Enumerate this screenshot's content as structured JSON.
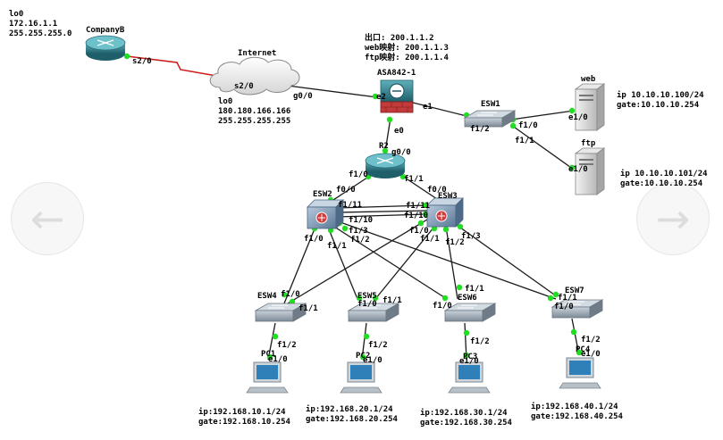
{
  "companyb": {
    "name": "CompanyB",
    "iface_s20": "s2/0",
    "lo0_label": "lo0",
    "lo0_ip": "172.16.1.1",
    "lo0_mask": "255.255.255.0"
  },
  "internet": {
    "name": "Internet",
    "iface_s20": "s2/0",
    "iface_g00": "g0/0",
    "lo0_label": "lo0",
    "lo0_ip": "180.180.166.166",
    "lo0_mask": "255.255.255.255"
  },
  "asa": {
    "name": "ASA842-1",
    "exit_line": "出口: 200.1.1.2",
    "web_line": "web映射: 200.1.1.3",
    "ftp_line": "ftp映射: 200.1.1.4",
    "iface_e2": "e2",
    "iface_e1": "e1",
    "iface_e0": "e0"
  },
  "r2": {
    "name": "R2",
    "iface_g00": "g0/0",
    "iface_f10": "f1/0",
    "iface_f11": "f1/1"
  },
  "esw1": {
    "name": "ESW1",
    "iface_f12": "f1/2",
    "iface_f10": "f1/0",
    "iface_f11": "f1/1"
  },
  "web": {
    "name": "web",
    "iface": "e1/0",
    "ip": "ip 10.10.10.100/24",
    "gate": "gate:10.10.10.254"
  },
  "ftp": {
    "name": "ftp",
    "iface": "e1/0",
    "ip": "ip 10.10.10.101/24",
    "gate": "gate:10.10.10.254"
  },
  "esw2": {
    "name": "ESW2",
    "f00": "f0/0",
    "f111": "f1/11",
    "f110": "f1/10",
    "f13": "f1/3",
    "f10": "f1/0",
    "f11": "f1/1",
    "f12": "f1/2"
  },
  "esw3": {
    "name": "ESW3",
    "f00": "f0/0",
    "f111": "f1/11",
    "f110": "f1/10",
    "f10": "f1/0",
    "f11": "f1/1",
    "f12": "f1/2",
    "f13": "f1/3"
  },
  "esw4": {
    "name": "ESW4",
    "f10": "f1/0",
    "f11": "f1/1",
    "f12": "f1/2"
  },
  "esw5": {
    "name": "ESW5",
    "f10": "f1/0",
    "f11": "f1/1",
    "f12": "f1/2"
  },
  "esw6": {
    "name": "ESW6",
    "f10": "f1/0",
    "f11": "f1/1",
    "f12": "f1/2"
  },
  "esw7": {
    "name": "ESW7",
    "f10": "f1/0",
    "f11": "f1/1",
    "f12": "f1/2"
  },
  "pc1": {
    "name": "PC1",
    "iface": "e1/0",
    "ip": "ip:192.168.10.1/24",
    "gate": "gate:192.168.10.254"
  },
  "pc2": {
    "name": "PC2",
    "iface": "e1/0",
    "ip": "ip:192.168.20.1/24",
    "gate": "gate:192.168.20.254"
  },
  "pc3": {
    "name": "PC3",
    "iface": "e1/0",
    "ip": "ip:192.168.30.1/24",
    "gate": "gate:192.168.30.254"
  },
  "pc4": {
    "name": "PC4",
    "iface": "e1/0",
    "ip": "ip:192.168.40.1/24",
    "gate": "gate:192.168.40.254"
  },
  "colors": {
    "link": "#1a1a1a",
    "serial": "#cc1a1a",
    "port_up": "#22dd22",
    "router": "#3a8a96",
    "switch": "#8e9ba7",
    "firewall": "#c23a3a"
  }
}
